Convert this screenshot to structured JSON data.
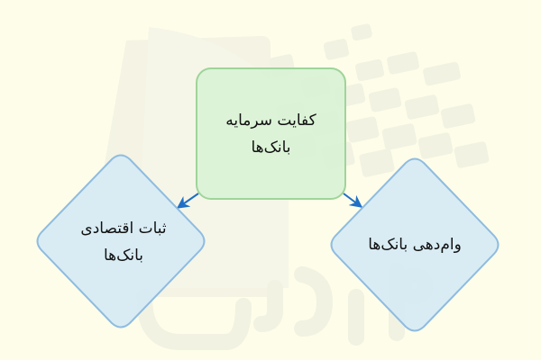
{
  "diagram": {
    "background_color": "#fefde9",
    "nodes": [
      {
        "id": "capital-adequacy",
        "shape": "rounded-rectangle",
        "line1": "کفایت سرمایه",
        "line2": "بانک‌ها",
        "fill": "#d9f2d6",
        "stroke": "#9fd49a"
      },
      {
        "id": "economic-stability",
        "shape": "diamond",
        "line1": "ثبات اقتصادی",
        "line2": "بانک‌ها",
        "fill": "#d6eaf4",
        "stroke": "#8fbce0"
      },
      {
        "id": "bank-lending",
        "shape": "diamond",
        "line1": "وام‌دهی بانک‌ها",
        "fill": "#d6eaf4",
        "stroke": "#8fbce0"
      }
    ],
    "edges": [
      {
        "from": "capital-adequacy",
        "to": "economic-stability",
        "color": "#1f6fc5"
      },
      {
        "from": "capital-adequacy",
        "to": "bank-lending",
        "color": "#1f6fc5"
      }
    ],
    "watermark_text": "فرادرس"
  }
}
